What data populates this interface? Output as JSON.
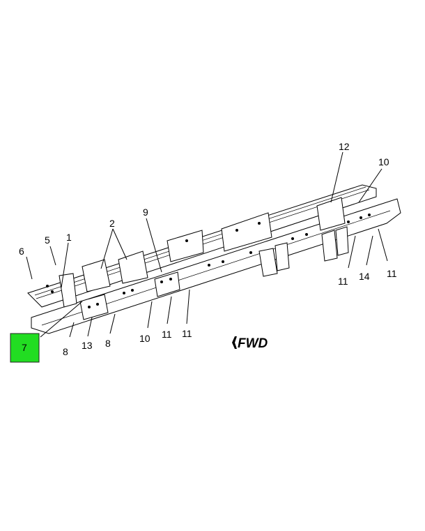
{
  "callouts": {
    "c1": "1",
    "c2": "2",
    "c5": "5",
    "c6": "6",
    "c7": "7",
    "c8a": "8",
    "c8b": "8",
    "c9": "9",
    "c10a": "10",
    "c10b": "10",
    "c11a": "11",
    "c11b": "11",
    "c11c": "11",
    "c11d": "11",
    "c12": "12",
    "c13": "13",
    "c14": "14"
  },
  "fwd_label": "FWD",
  "colors": {
    "highlight": "#22dd22",
    "line": "#000000"
  }
}
